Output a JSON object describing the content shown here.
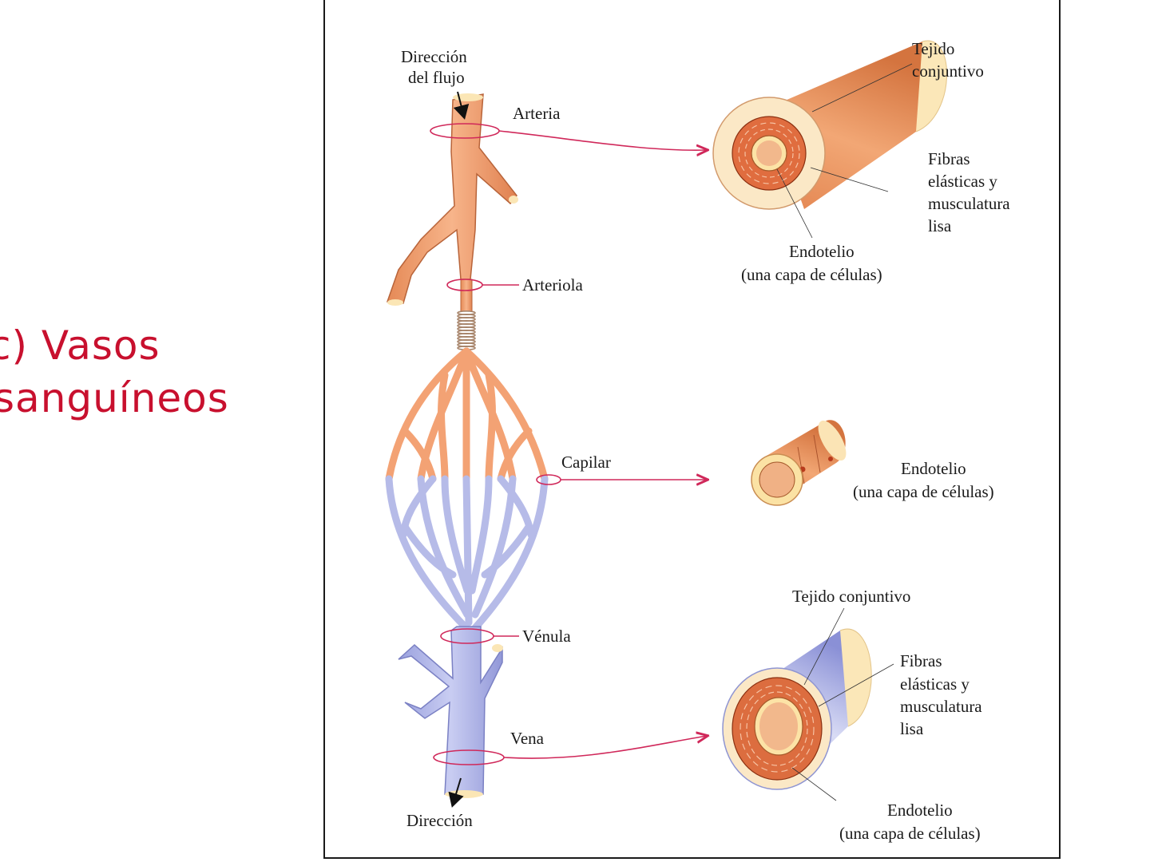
{
  "slide": {
    "title_line1": "c) Vasos",
    "title_line2": "sanguíneos",
    "title_color": "#c8102e"
  },
  "diagram": {
    "flow_in": [
      "Dirección",
      "del flujo"
    ],
    "flow_out": "Dirección",
    "vessels": {
      "artery": "Arteria",
      "arteriole": "Arteriola",
      "capillary": "Capilar",
      "venule": "Vénula",
      "vein": "Vena"
    },
    "artery_section": {
      "connective": [
        "Tejido",
        "conjuntivo"
      ],
      "fibers": [
        "Fibras",
        "elásticas y",
        "musculatura",
        "lisa"
      ],
      "endothelium": [
        "Endotelio",
        "(una capa de células)"
      ]
    },
    "capillary_section": {
      "endothelium": [
        "Endotelio",
        "(una capa de células)"
      ]
    },
    "vein_section": {
      "connective": "Tejido conjuntivo",
      "fibers": [
        "Fibras",
        "elásticas y",
        "musculatura",
        "lisa"
      ],
      "endothelium": [
        "Endotelio",
        "(una capa de células)"
      ]
    },
    "colors": {
      "artery": "#f3a274",
      "artery_dark": "#d87a45",
      "vein": "#b6bbe8",
      "vein_dark": "#8c92d4",
      "muscle": "#dc6b3e",
      "pointer": "#d0285a"
    }
  }
}
